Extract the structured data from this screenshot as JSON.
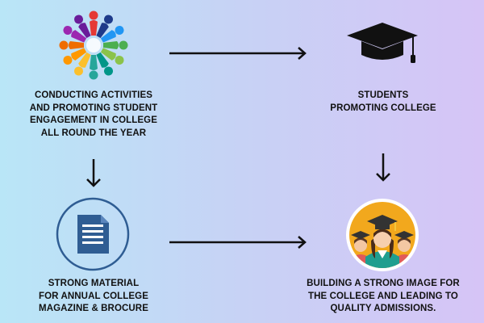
{
  "nodes": {
    "activities": {
      "icon": "people-circle-icon",
      "lines": [
        "CONDUCTING ACTIVITIES",
        "AND PROMOTING STUDENT",
        "ENGAGEMENT IN COLLEGE",
        "ALL ROUND THE YEAR"
      ]
    },
    "students": {
      "icon": "graduation-cap-icon",
      "lines": [
        "STUDENTS",
        "PROMOTING COLLEGE"
      ]
    },
    "material": {
      "icon": "document-icon",
      "lines": [
        "STRONG MATERIAL",
        "FOR ANNUAL COLLEGE",
        "MAGAZINE & BROCURE"
      ]
    },
    "image": {
      "icon": "graduates-icon",
      "lines": [
        "BUILDING A STRONG IMAGE FOR",
        "THE COLLEGE AND LEADING TO",
        "QUALITY ADMISSIONS."
      ]
    }
  },
  "colors": {
    "background_left": "#b9e6f7",
    "background_right": "#d6c4f6",
    "arrow": "#111111",
    "document_blue": "#2f5d93",
    "graduates_circle": "#f2a81d"
  }
}
